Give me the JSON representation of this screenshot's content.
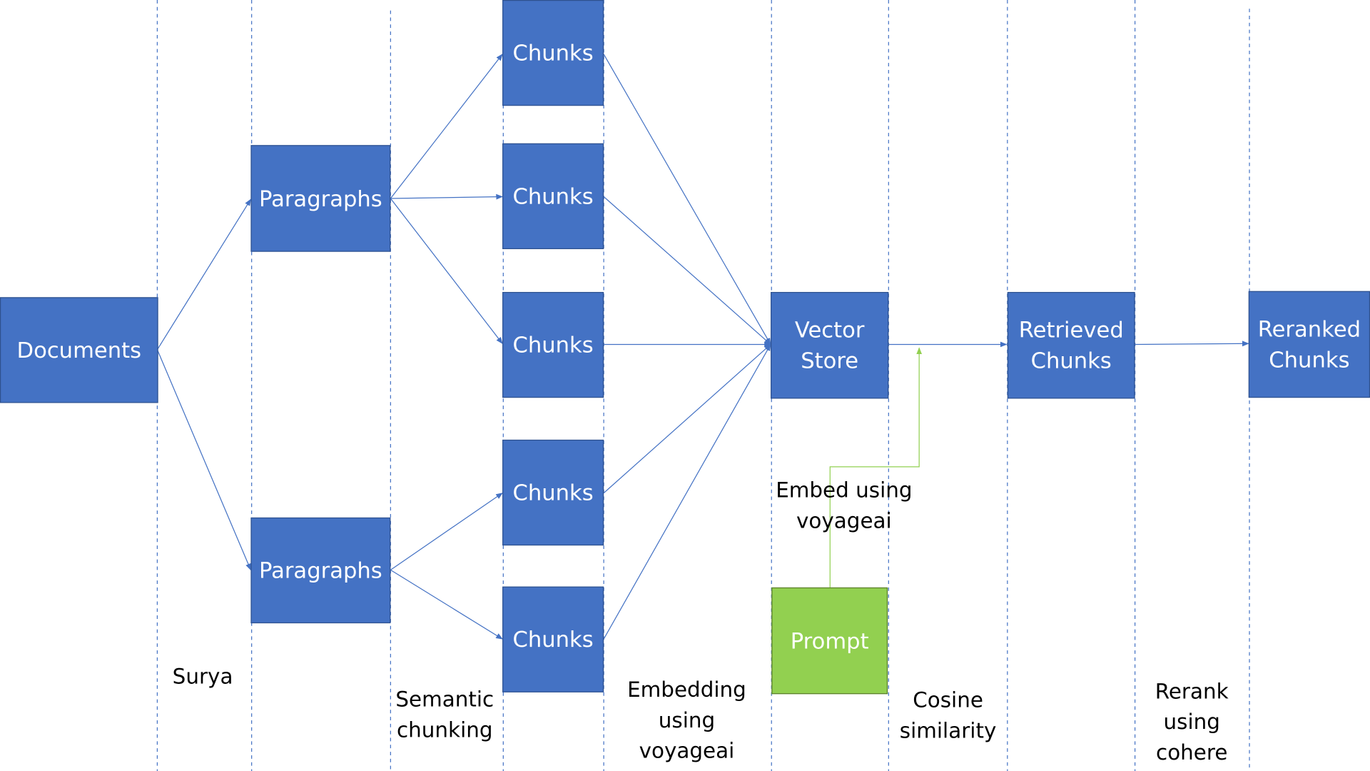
{
  "nodes": {
    "documents": "Documents",
    "paragraphs_1": "Paragraphs",
    "paragraphs_2": "Paragraphs",
    "chunks_1": "Chunks",
    "chunks_2": "Chunks",
    "chunks_3": "Chunks",
    "chunks_4": "Chunks",
    "chunks_5": "Chunks",
    "vector_store": "Vector\nStore",
    "retrieved_chunks": "Retrieved\nChunks",
    "reranked_chunks": "Reranked\nChunks",
    "prompt": "Prompt"
  },
  "stages": {
    "surya": "Surya",
    "semantic_chunking": "Semantic\nchunking",
    "embedding": "Embedding\nusing\nvoyageai",
    "embed_prompt": "Embed using\nvoyageai",
    "cosine": "Cosine\nsimilarity",
    "rerank": "Rerank\nusing\ncohere"
  },
  "colors": {
    "box_fill": "#4472c4",
    "prompt_fill": "#92d050",
    "connector": "#4472c4",
    "prompt_connector": "#92d050"
  }
}
